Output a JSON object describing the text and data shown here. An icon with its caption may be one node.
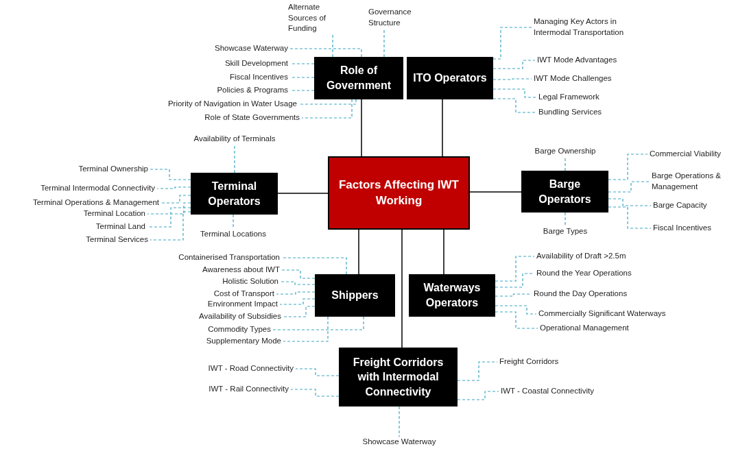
{
  "diagram": {
    "nodes": [
      {
        "text": [
          "Factors Affecting IWT Working"
        ]
      },
      {
        "text": [
          "Role of Government"
        ]
      },
      {
        "text": [
          "ITO Operators"
        ]
      },
      {
        "text": [
          "Terminal Operators"
        ]
      },
      {
        "text": [
          "Barge Operators"
        ]
      },
      {
        "text": [
          "Shippers"
        ]
      },
      {
        "text": [
          "Waterways Operators"
        ]
      },
      {
        "text": [
          "Freight Corridors with Intermodal Connectivity"
        ]
      },
      {
        "text": [
          "Alternate Sources of Funding"
        ]
      },
      {
        "text": [
          "Governance Structure"
        ]
      },
      {
        "text": [
          "Showcase Waterway"
        ]
      },
      {
        "text": [
          "Skill Development"
        ]
      },
      {
        "text": [
          "Fiscal Incentives"
        ]
      },
      {
        "text": [
          "Policies & Programs"
        ]
      },
      {
        "text": [
          "Priority of Navigation in Water Usage"
        ]
      },
      {
        "text": [
          "Role of State Governments"
        ]
      },
      {
        "text": [
          "Managing Key Actors in Intermodal Transportation"
        ]
      },
      {
        "text": [
          "IWT Mode Advantages"
        ]
      },
      {
        "text": [
          "IWT Mode Challenges"
        ]
      },
      {
        "text": [
          "Legal Framework"
        ]
      },
      {
        "text": [
          "Bundling Services"
        ]
      },
      {
        "text": [
          "Availability of Terminals"
        ]
      },
      {
        "text": [
          "Terminal Ownership"
        ]
      },
      {
        "text": [
          "Terminal Intermodal Connectivity"
        ]
      },
      {
        "text": [
          "Terminal Operations & Management"
        ]
      },
      {
        "text": [
          "Terminal Location"
        ]
      },
      {
        "text": [
          "Terminal Land"
        ]
      },
      {
        "text": [
          "Terminal Services"
        ]
      },
      {
        "text": [
          "Terminal Locations"
        ]
      },
      {
        "text": [
          "Barge Ownership"
        ]
      },
      {
        "text": [
          "Commercial Viability"
        ]
      },
      {
        "text": [
          "Barge Operations & Management"
        ]
      },
      {
        "text": [
          "Barge Capacity"
        ]
      },
      {
        "text": [
          "Fiscal Incentives"
        ]
      },
      {
        "text": [
          "Barge Types"
        ]
      },
      {
        "text": [
          "Containerised Transportation"
        ]
      },
      {
        "text": [
          "Awareness about IWT"
        ]
      },
      {
        "text": [
          "Holistic Solution"
        ]
      },
      {
        "text": [
          "Cost of Transport"
        ]
      },
      {
        "text": [
          "Environment Impact"
        ]
      },
      {
        "text": [
          "Availability of Subsidies"
        ]
      },
      {
        "text": [
          "Commodity Types"
        ]
      },
      {
        "text": [
          "Supplementary Mode"
        ]
      },
      {
        "text": [
          "Availability of Draft >2.5m"
        ]
      },
      {
        "text": [
          "Round the Year Operations"
        ]
      },
      {
        "text": [
          "Round the Day Operations"
        ]
      },
      {
        "text": [
          "Commercially Significant Waterways"
        ]
      },
      {
        "text": [
          "Operational Management"
        ]
      },
      {
        "text": [
          "IWT - Road Connectivity"
        ]
      },
      {
        "text": [
          "IWT - Rail Connectivity"
        ]
      },
      {
        "text": [
          "Freight Corridors"
        ]
      },
      {
        "text": [
          "IWT - Coastal Connectivity"
        ]
      },
      {
        "text": [
          "Showcase Waterway"
        ]
      }
    ],
    "edges": [
      {
        "from": 0,
        "to": 1,
        "arrow": "none",
        "color": "#000000"
      },
      {
        "from": 0,
        "to": 2,
        "arrow": "none",
        "color": "#000000"
      },
      {
        "from": 0,
        "to": 3,
        "arrow": "none",
        "color": "#000000"
      },
      {
        "from": 0,
        "to": 4,
        "arrow": "none",
        "color": "#000000"
      },
      {
        "from": 0,
        "to": 5,
        "arrow": "none",
        "color": "#000000"
      },
      {
        "from": 0,
        "to": 6,
        "arrow": "none",
        "color": "#000000"
      },
      {
        "from": 0,
        "to": 7,
        "arrow": "none",
        "color": "#000000"
      },
      {
        "from": 1,
        "to": 8,
        "arrow": "none",
        "style": "dashed"
      },
      {
        "from": 1,
        "to": 9,
        "arrow": "none",
        "style": "dashed"
      },
      {
        "from": 1,
        "to": 10,
        "arrow": "none",
        "style": "dashed"
      },
      {
        "from": 1,
        "to": 11,
        "arrow": "none",
        "style": "dashed"
      },
      {
        "from": 1,
        "to": 12,
        "arrow": "none",
        "style": "dashed"
      },
      {
        "from": 1,
        "to": 13,
        "arrow": "none",
        "style": "dashed"
      },
      {
        "from": 1,
        "to": 14,
        "arrow": "none",
        "style": "dashed"
      },
      {
        "from": 1,
        "to": 15,
        "arrow": "none",
        "style": "dashed"
      },
      {
        "from": 2,
        "to": 16,
        "arrow": "none",
        "style": "dashed"
      },
      {
        "from": 2,
        "to": 17,
        "arrow": "none",
        "style": "dashed"
      },
      {
        "from": 2,
        "to": 18,
        "arrow": "none",
        "style": "dashed"
      },
      {
        "from": 2,
        "to": 19,
        "arrow": "none",
        "style": "dashed"
      },
      {
        "from": 2,
        "to": 20,
        "arrow": "none",
        "style": "dashed"
      },
      {
        "from": 3,
        "to": 21,
        "arrow": "none",
        "style": "dashed"
      },
      {
        "from": 3,
        "to": 22,
        "arrow": "none",
        "style": "dashed"
      },
      {
        "from": 3,
        "to": 23,
        "arrow": "none",
        "style": "dashed"
      },
      {
        "from": 3,
        "to": 24,
        "arrow": "none",
        "style": "dashed"
      },
      {
        "from": 3,
        "to": 25,
        "arrow": "none",
        "style": "dashed"
      },
      {
        "from": 3,
        "to": 26,
        "arrow": "none",
        "style": "dashed"
      },
      {
        "from": 3,
        "to": 27,
        "arrow": "none",
        "style": "dashed"
      },
      {
        "from": 3,
        "to": 28,
        "arrow": "none",
        "style": "dashed"
      },
      {
        "from": 4,
        "to": 29,
        "arrow": "none",
        "style": "dashed"
      },
      {
        "from": 4,
        "to": 30,
        "arrow": "none",
        "style": "dashed"
      },
      {
        "from": 4,
        "to": 31,
        "arrow": "none",
        "style": "dashed"
      },
      {
        "from": 4,
        "to": 32,
        "arrow": "none",
        "style": "dashed"
      },
      {
        "from": 4,
        "to": 33,
        "arrow": "none",
        "style": "dashed"
      },
      {
        "from": 4,
        "to": 34,
        "arrow": "none",
        "style": "dashed"
      },
      {
        "from": 5,
        "to": 35,
        "arrow": "none",
        "style": "dashed"
      },
      {
        "from": 5,
        "to": 36,
        "arrow": "none",
        "style": "dashed"
      },
      {
        "from": 5,
        "to": 37,
        "arrow": "none",
        "style": "dashed"
      },
      {
        "from": 5,
        "to": 38,
        "arrow": "none",
        "style": "dashed"
      },
      {
        "from": 5,
        "to": 39,
        "arrow": "none",
        "style": "dashed"
      },
      {
        "from": 5,
        "to": 40,
        "arrow": "none",
        "style": "dashed"
      },
      {
        "from": 5,
        "to": 41,
        "arrow": "none",
        "style": "dashed"
      },
      {
        "from": 5,
        "to": 42,
        "arrow": "none",
        "style": "dashed"
      },
      {
        "from": 6,
        "to": 43,
        "arrow": "none",
        "style": "dashed"
      },
      {
        "from": 6,
        "to": 44,
        "arrow": "none",
        "style": "dashed"
      },
      {
        "from": 6,
        "to": 45,
        "arrow": "none",
        "style": "dashed"
      },
      {
        "from": 6,
        "to": 46,
        "arrow": "none",
        "style": "dashed"
      },
      {
        "from": 6,
        "to": 47,
        "arrow": "none",
        "style": "dashed"
      },
      {
        "from": 7,
        "to": 48,
        "arrow": "none",
        "style": "dashed"
      },
      {
        "from": 7,
        "to": 49,
        "arrow": "none",
        "style": "dashed"
      },
      {
        "from": 7,
        "to": 50,
        "arrow": "none",
        "style": "dashed"
      },
      {
        "from": 7,
        "to": 51,
        "arrow": "none",
        "style": "dashed"
      },
      {
        "from": 7,
        "to": 52,
        "arrow": "none",
        "style": "dashed"
      }
    ]
  }
}
